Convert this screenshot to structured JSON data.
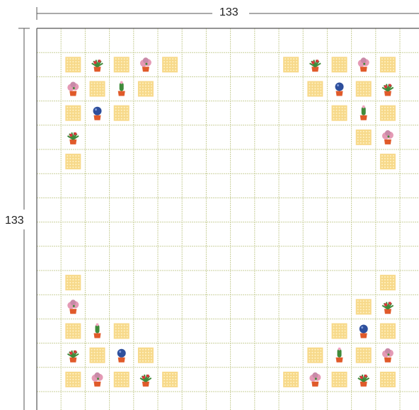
{
  "chart": {
    "width_label": "133",
    "height_label": "133",
    "grid_cols_visible": 16,
    "grid_rows_visible": 16
  },
  "colors": {
    "grid_line": "#c9cf9a",
    "border": "#555555",
    "fill_square": "#f7d98a",
    "fill_square_dot": "#fff3c8",
    "pot": "#e05a2a",
    "leaf": "#3f8a3a",
    "blue_flower": "#2e4f9c",
    "pink_flower": "#e49ab5",
    "red_flower": "#d8383b"
  },
  "motifs": [
    {
      "col": 1,
      "row": 1,
      "kind": "square"
    },
    {
      "col": 2,
      "row": 1,
      "kind": "plant-red"
    },
    {
      "col": 3,
      "row": 1,
      "kind": "square"
    },
    {
      "col": 4,
      "row": 1,
      "kind": "plant-pink"
    },
    {
      "col": 5,
      "row": 1,
      "kind": "square"
    },
    {
      "col": 1,
      "row": 2,
      "kind": "plant-pink"
    },
    {
      "col": 2,
      "row": 2,
      "kind": "square"
    },
    {
      "col": 3,
      "row": 2,
      "kind": "cactus"
    },
    {
      "col": 4,
      "row": 2,
      "kind": "square"
    },
    {
      "col": 1,
      "row": 3,
      "kind": "square"
    },
    {
      "col": 2,
      "row": 3,
      "kind": "plant-blue"
    },
    {
      "col": 3,
      "row": 3,
      "kind": "square"
    },
    {
      "col": 1,
      "row": 4,
      "kind": "plant-red"
    },
    {
      "col": 1,
      "row": 5,
      "kind": "square"
    },
    {
      "col": 10,
      "row": 1,
      "kind": "square"
    },
    {
      "col": 11,
      "row": 1,
      "kind": "plant-red"
    },
    {
      "col": 12,
      "row": 1,
      "kind": "square"
    },
    {
      "col": 13,
      "row": 1,
      "kind": "plant-pink"
    },
    {
      "col": 14,
      "row": 1,
      "kind": "square"
    },
    {
      "col": 11,
      "row": 2,
      "kind": "square"
    },
    {
      "col": 12,
      "row": 2,
      "kind": "plant-blue"
    },
    {
      "col": 13,
      "row": 2,
      "kind": "square"
    },
    {
      "col": 14,
      "row": 2,
      "kind": "plant-red"
    },
    {
      "col": 12,
      "row": 3,
      "kind": "square"
    },
    {
      "col": 13,
      "row": 3,
      "kind": "cactus"
    },
    {
      "col": 14,
      "row": 3,
      "kind": "square"
    },
    {
      "col": 13,
      "row": 4,
      "kind": "square"
    },
    {
      "col": 14,
      "row": 4,
      "kind": "plant-pink"
    },
    {
      "col": 14,
      "row": 5,
      "kind": "square"
    },
    {
      "col": 1,
      "row": 10,
      "kind": "square"
    },
    {
      "col": 1,
      "row": 11,
      "kind": "plant-pink"
    },
    {
      "col": 1,
      "row": 12,
      "kind": "square"
    },
    {
      "col": 2,
      "row": 12,
      "kind": "cactus"
    },
    {
      "col": 3,
      "row": 12,
      "kind": "square"
    },
    {
      "col": 1,
      "row": 13,
      "kind": "plant-red"
    },
    {
      "col": 2,
      "row": 13,
      "kind": "square"
    },
    {
      "col": 3,
      "row": 13,
      "kind": "plant-blue"
    },
    {
      "col": 4,
      "row": 13,
      "kind": "square"
    },
    {
      "col": 1,
      "row": 14,
      "kind": "square"
    },
    {
      "col": 2,
      "row": 14,
      "kind": "plant-pink"
    },
    {
      "col": 3,
      "row": 14,
      "kind": "square"
    },
    {
      "col": 4,
      "row": 14,
      "kind": "plant-red"
    },
    {
      "col": 5,
      "row": 14,
      "kind": "square"
    },
    {
      "col": 14,
      "row": 10,
      "kind": "square"
    },
    {
      "col": 13,
      "row": 11,
      "kind": "square"
    },
    {
      "col": 14,
      "row": 11,
      "kind": "plant-red"
    },
    {
      "col": 12,
      "row": 12,
      "kind": "square"
    },
    {
      "col": 13,
      "row": 12,
      "kind": "plant-blue"
    },
    {
      "col": 14,
      "row": 12,
      "kind": "square"
    },
    {
      "col": 11,
      "row": 13,
      "kind": "square"
    },
    {
      "col": 12,
      "row": 13,
      "kind": "cactus"
    },
    {
      "col": 13,
      "row": 13,
      "kind": "square"
    },
    {
      "col": 14,
      "row": 13,
      "kind": "plant-pink"
    },
    {
      "col": 10,
      "row": 14,
      "kind": "square"
    },
    {
      "col": 11,
      "row": 14,
      "kind": "plant-pink"
    },
    {
      "col": 12,
      "row": 14,
      "kind": "square"
    },
    {
      "col": 13,
      "row": 14,
      "kind": "plant-red"
    },
    {
      "col": 14,
      "row": 14,
      "kind": "square"
    }
  ]
}
